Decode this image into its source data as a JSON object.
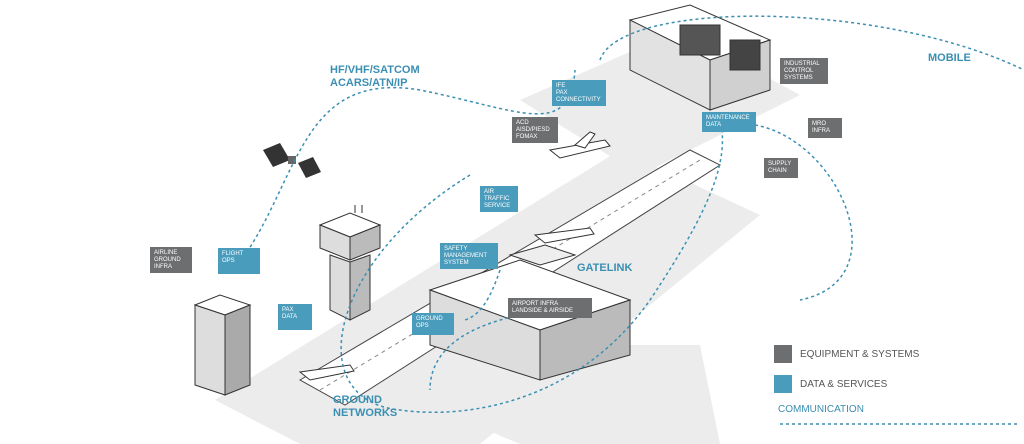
{
  "labels": {
    "mobile": "MOBILE",
    "hf": "HF/VHF/SATCOM\nACARS/ATN/IP",
    "gatelink": "GATELINK",
    "ground_networks": "GROUND\nNETWORKS"
  },
  "boxes": {
    "ife": "IFE\nPAX\nCONNECTIVITY",
    "ics": "INDUSTRIAL\nCONTROL\nSYSTEMS",
    "acd": "ACD\nAISD/PIESD\nFOMAX",
    "maint": "MAINTENANCE\nDATA",
    "mro": "MRO\nINFRA",
    "supply": "SUPPLY\nCHAIN",
    "atc": "AIR\nTRAFFIC\nSERVICE",
    "sms": "SAFETY\nMANAGEMENT\nSYSTEM",
    "airline": "AIRLINE\nGROUND\nINFRA",
    "flightops": "FLIGHT\nOPS",
    "paxdata": "PAX\nDATA",
    "groundops": "GROUND\nOPS",
    "apinfra": "AIRPORT INFRA\nLANDSIDE & AIRSIDE"
  },
  "legend": {
    "equipment": "EQUIPMENT & SYSTEMS",
    "data": "DATA & SERVICES",
    "communication": "COMMUNICATION"
  },
  "colors": {
    "blue": "#4a9cbc",
    "gray": "#6d6e70",
    "dash": "#3a8fb2"
  }
}
